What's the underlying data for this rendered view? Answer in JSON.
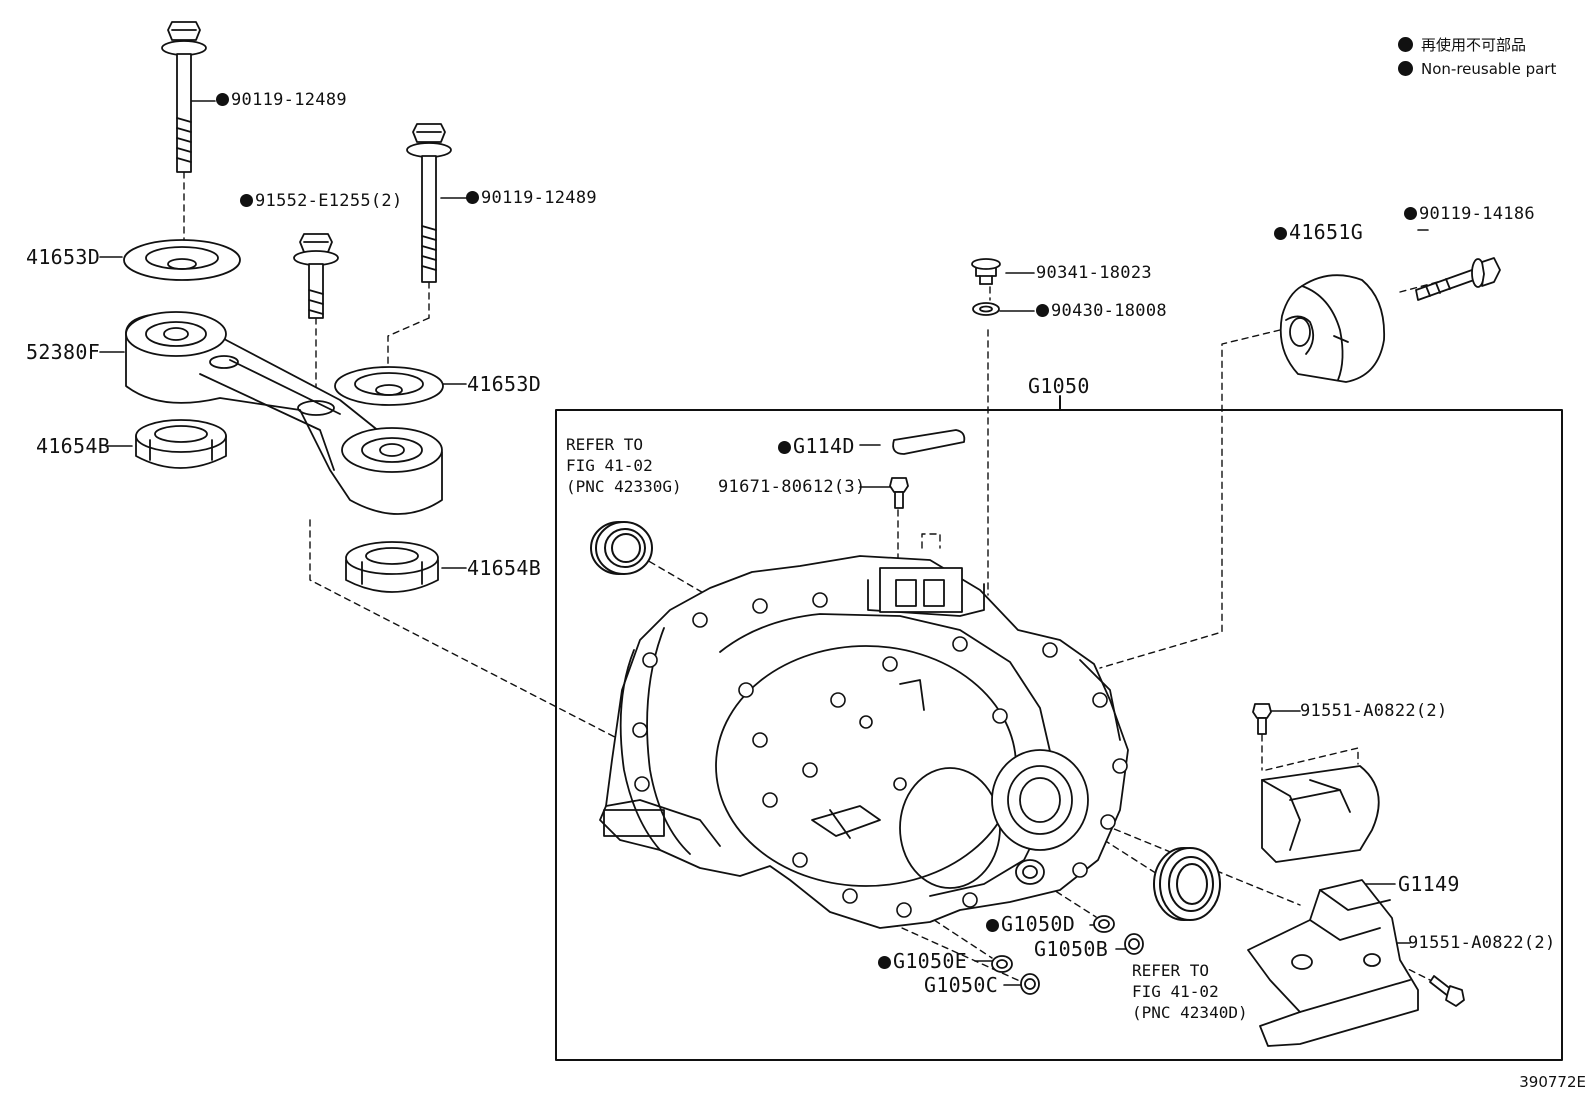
{
  "legend": {
    "items": [
      {
        "symbol": "filled-dot-icon",
        "text": "再使用不可部品"
      },
      {
        "symbol": "filled-dot-icon",
        "text": "Non-reusable part"
      }
    ]
  },
  "group_label": "G1050",
  "figure_id": "390772E",
  "parts": {
    "bolt_top_left": "90119-12489",
    "bolt_center_left": "91552-E1255(2)",
    "bolt_top_mid": "90119-12489",
    "washer_upper_left": "41653D",
    "washer_mid": "41653D",
    "mount_bracket": "52380F",
    "cushion_upper": "41654B",
    "cushion_lower": "41654B",
    "plug": "90341-18023",
    "gasket": "90430-18008",
    "mount_insulator": "41651G",
    "bolt_right": "90119-14186",
    "cover_plate": "G114D",
    "bolt_small": "91671-80612(3)",
    "bolt_bracket_upper": "91551-A0822(2)",
    "bracket": "G1149",
    "bolt_bracket_lower": "91551-A0822(2)",
    "oring_d": "G1050D",
    "plug_b": "G1050B",
    "oring_e": "G1050E",
    "plug_c": "G1050C"
  },
  "non_reusable": {
    "bolt_top_left": true,
    "bolt_center_left": true,
    "bolt_top_mid": true,
    "gasket": true,
    "mount_insulator": true,
    "bolt_right": true,
    "cover_plate": true,
    "oring_d": true,
    "oring_e": true
  },
  "refs": {
    "left_note": "REFER TO\nFIG 41-02\n(PNC 42330G)",
    "right_note": "REFER TO\nFIG 41-02\n(PNC 42340D)"
  }
}
